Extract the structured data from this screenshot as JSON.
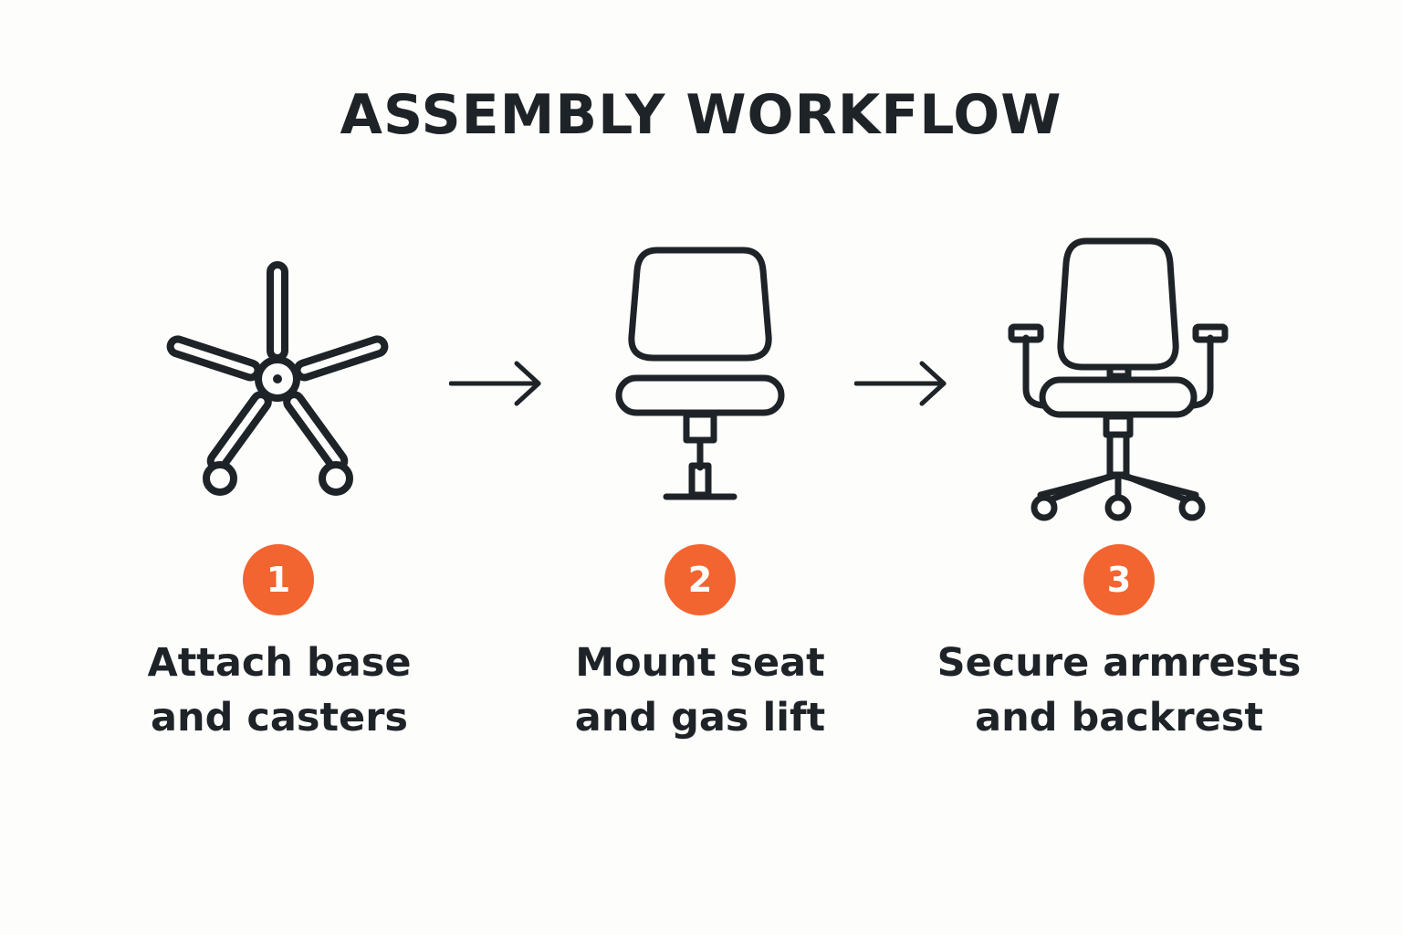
{
  "title": "ASSEMBLY WORKFLOW",
  "colors": {
    "accent": "#f26430",
    "ink": "#1e2328",
    "background": "#fdfdfb"
  },
  "steps": [
    {
      "number": "1",
      "icon": "chair-base-casters-icon",
      "label_line1": "Attach base",
      "label_line2": "and casters"
    },
    {
      "number": "2",
      "icon": "chair-seat-gas-lift-icon",
      "label_line1": "Mount seat",
      "label_line2": "and gas lift"
    },
    {
      "number": "3",
      "icon": "office-chair-complete-icon",
      "label_line1": "Secure armrests",
      "label_line2": "and backrest"
    }
  ],
  "connectors": [
    "arrow-right-icon",
    "arrow-right-icon"
  ]
}
